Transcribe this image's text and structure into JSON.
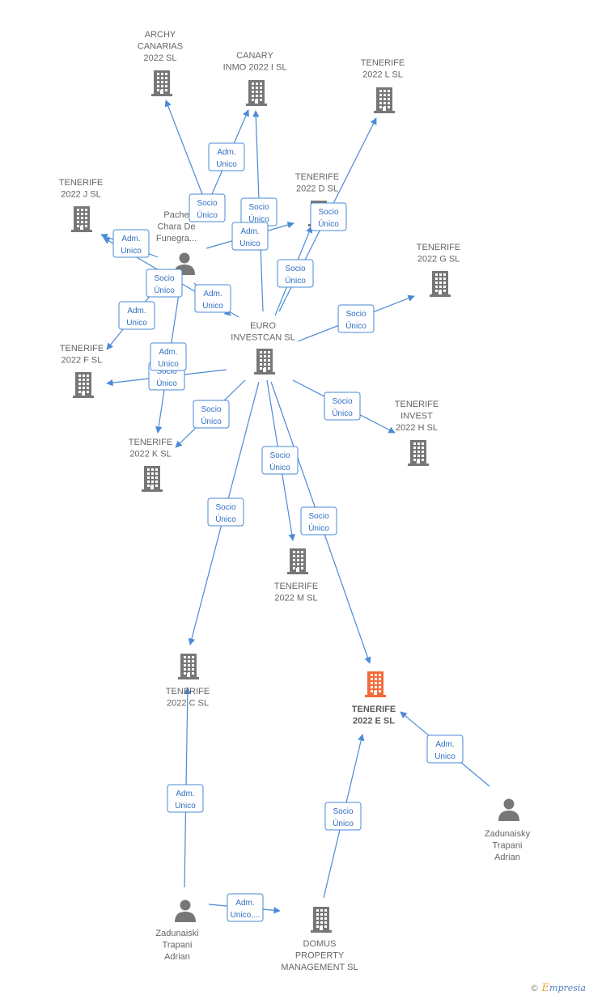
{
  "colors": {
    "edge": "#4a8ad6",
    "company": "#777777",
    "highlight": "#f26b3a",
    "person": "#777777"
  },
  "nodes": [
    {
      "id": "archy",
      "type": "company",
      "lines": [
        "ARCHY",
        "CANARIAS",
        "2022  SL"
      ]
    },
    {
      "id": "canary",
      "type": "company",
      "lines": [
        "CANARY",
        "INMO 2022 I  SL"
      ]
    },
    {
      "id": "tl",
      "type": "company",
      "lines": [
        "TENERIFE",
        "2022 L  SL"
      ]
    },
    {
      "id": "tj",
      "type": "company",
      "lines": [
        "TENERIFE",
        "2022 J  SL"
      ]
    },
    {
      "id": "td",
      "type": "company",
      "lines": [
        "TENERIFE",
        "2022 D  SL"
      ]
    },
    {
      "id": "pache",
      "type": "person",
      "lines": [
        "Pache",
        "Chara De",
        "Funegra..."
      ]
    },
    {
      "id": "tg",
      "type": "company",
      "lines": [
        "TENERIFE",
        "2022 G  SL"
      ]
    },
    {
      "id": "euro",
      "type": "company",
      "lines": [
        "EURO",
        "INVESTCAN  SL"
      ]
    },
    {
      "id": "tf",
      "type": "company",
      "lines": [
        "TENERIFE",
        "2022 F  SL"
      ]
    },
    {
      "id": "th",
      "type": "company",
      "lines": [
        "TENERIFE",
        "INVEST",
        "2022 H  SL"
      ]
    },
    {
      "id": "tk",
      "type": "company",
      "lines": [
        "TENERIFE",
        "2022 K  SL"
      ]
    },
    {
      "id": "tm",
      "type": "company",
      "lines": [
        "TENERIFE",
        "2022 M  SL"
      ]
    },
    {
      "id": "tc",
      "type": "company",
      "lines": [
        "TENERIFE",
        "2022 C  SL"
      ]
    },
    {
      "id": "te",
      "type": "company_highlight",
      "lines": [
        "TENERIFE",
        "2022 E  SL"
      ]
    },
    {
      "id": "zad_r",
      "type": "person",
      "lines": [
        "Zadunaisky",
        "Trapani",
        "Adrian"
      ]
    },
    {
      "id": "zad_l",
      "type": "person",
      "lines": [
        "Zadunaiski",
        "Trapani",
        "Adrian"
      ]
    },
    {
      "id": "domus",
      "type": "company",
      "lines": [
        "DOMUS",
        "PROPERTY",
        "MANAGEMENT SL"
      ]
    }
  ],
  "edge_labels": [
    {
      "id": "e1",
      "lines": [
        "Adm.",
        "Unico"
      ]
    },
    {
      "id": "e2",
      "lines": [
        "Socio",
        "Único"
      ]
    },
    {
      "id": "e3",
      "lines": [
        "Socio",
        "Único"
      ]
    },
    {
      "id": "e4",
      "lines": [
        "Socio",
        "Único"
      ]
    },
    {
      "id": "e5",
      "lines": [
        "Adm.",
        "Unico"
      ]
    },
    {
      "id": "e6",
      "lines": [
        "Adm.",
        "Unico"
      ]
    },
    {
      "id": "e7",
      "lines": [
        "Socio",
        "Único"
      ]
    },
    {
      "id": "e8",
      "lines": [
        "Socio",
        "Único"
      ]
    },
    {
      "id": "e9",
      "lines": [
        "Adm.",
        "Unico"
      ]
    },
    {
      "id": "e10",
      "lines": [
        "Adm.",
        "Unico"
      ]
    },
    {
      "id": "e11",
      "lines": [
        "Socio",
        "Único"
      ]
    },
    {
      "id": "e12",
      "lines": [
        "Adm.",
        "Unico"
      ]
    },
    {
      "id": "e13",
      "lines": [
        "Socio",
        "Único"
      ]
    },
    {
      "id": "e14",
      "lines": [
        "Socio",
        "Único"
      ]
    },
    {
      "id": "e15",
      "lines": [
        "Socio",
        "Único"
      ]
    },
    {
      "id": "e16",
      "lines": [
        "Socio",
        "Único"
      ]
    },
    {
      "id": "e17",
      "lines": [
        "Socio",
        "Único"
      ]
    },
    {
      "id": "e18",
      "lines": [
        "Socio",
        "Único"
      ]
    },
    {
      "id": "e19",
      "lines": [
        "Adm.",
        "Unico"
      ]
    },
    {
      "id": "e20",
      "lines": [
        "Socio",
        "Único"
      ]
    },
    {
      "id": "e21",
      "lines": [
        "Adm.",
        "Unico"
      ]
    },
    {
      "id": "e22",
      "lines": [
        "Adm.",
        "Unico,..."
      ]
    }
  ],
  "watermark": {
    "symbol": "©",
    "brand_first": "E",
    "brand_rest": "mpresia"
  }
}
